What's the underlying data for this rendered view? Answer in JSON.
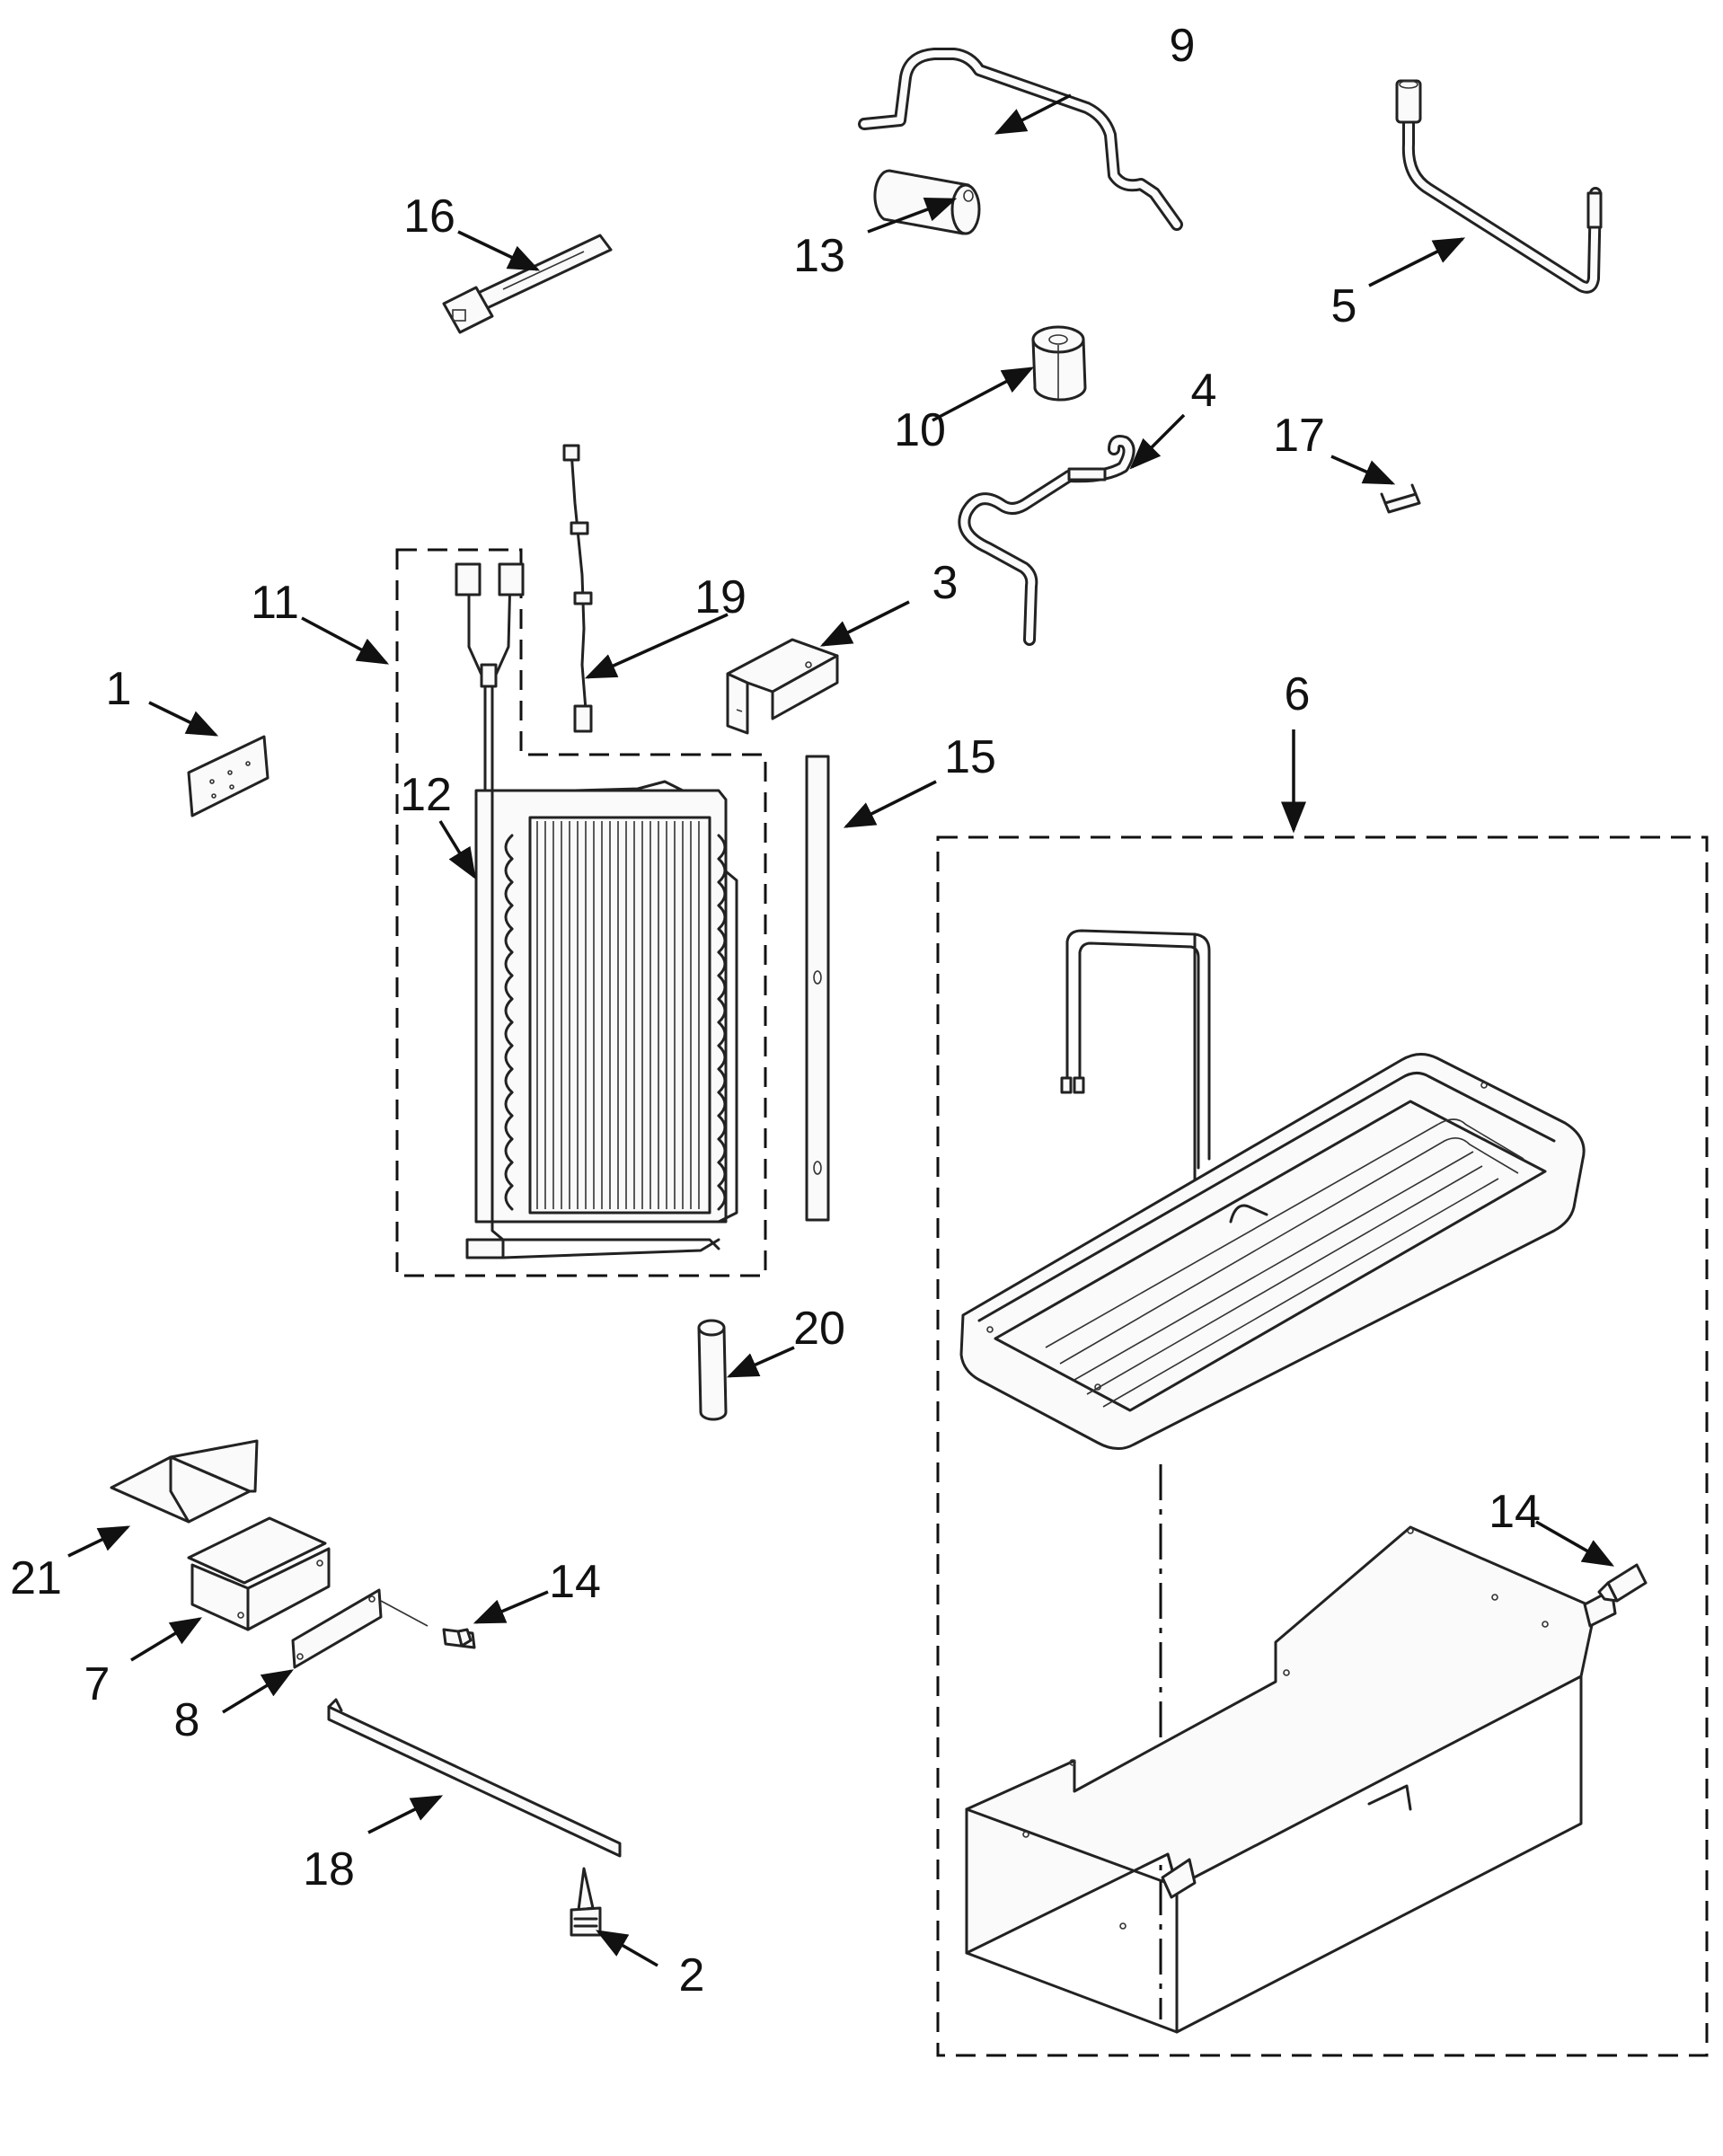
{
  "callouts": [
    {
      "id": "c1",
      "label": "1"
    },
    {
      "id": "c2",
      "label": "2"
    },
    {
      "id": "c3",
      "label": "3"
    },
    {
      "id": "c4",
      "label": "4"
    },
    {
      "id": "c5",
      "label": "5"
    },
    {
      "id": "c6",
      "label": "6"
    },
    {
      "id": "c7",
      "label": "7"
    },
    {
      "id": "c8",
      "label": "8"
    },
    {
      "id": "c9",
      "label": "9"
    },
    {
      "id": "c10",
      "label": "10"
    },
    {
      "id": "c11",
      "label": "11"
    },
    {
      "id": "c12",
      "label": "12"
    },
    {
      "id": "c13",
      "label": "13"
    },
    {
      "id": "c14a",
      "label": "14"
    },
    {
      "id": "c14b",
      "label": "14"
    },
    {
      "id": "c15",
      "label": "15"
    },
    {
      "id": "c16",
      "label": "16"
    },
    {
      "id": "c17",
      "label": "17"
    },
    {
      "id": "c18",
      "label": "18"
    },
    {
      "id": "c19",
      "label": "19"
    },
    {
      "id": "c20",
      "label": "20"
    },
    {
      "id": "c21",
      "label": "21"
    }
  ]
}
